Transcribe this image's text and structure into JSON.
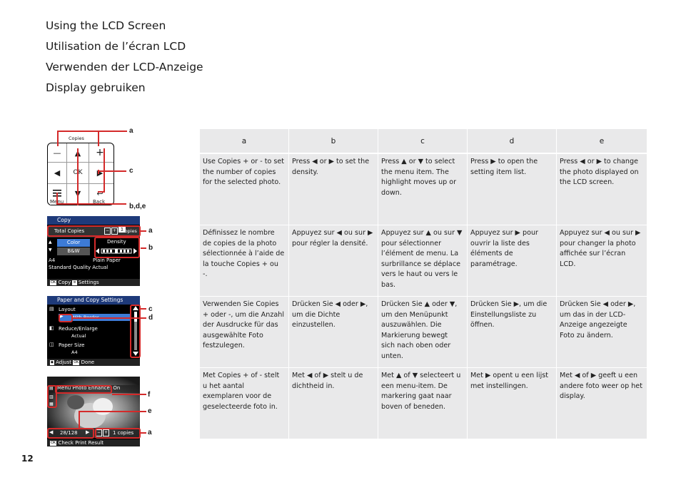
{
  "titles": [
    "Using the LCD Screen",
    "Utilisation de l’écran LCD",
    "Verwenden der LCD-Anzeige",
    "Display gebruiken"
  ],
  "page_number": "12",
  "keypad": {
    "copies_label": "Copies",
    "minus": "—",
    "plus": "+",
    "up": "▲",
    "left": "◀",
    "ok": "OK",
    "right": "▶",
    "down": "▼",
    "back_glyph": "↩",
    "menu_label": "Menu",
    "back_label": "Back"
  },
  "callouts": {
    "keypad": [
      "a",
      "c",
      "b,d,e"
    ],
    "copy_screen": [
      "a",
      "b"
    ],
    "settings_screen": [
      "c",
      "d"
    ],
    "photo_screen": [
      "f",
      "e",
      "a"
    ]
  },
  "screens": {
    "copy": {
      "title": "Copy",
      "total_copies": "Total Copies",
      "count": "1",
      "unit": "copies",
      "color": "Color",
      "bw": "B&W",
      "density": "Density",
      "paper_size": "A4",
      "paper_type": "Plain Paper",
      "quality": "Standard Quality Actual",
      "footer_copy": "Copy",
      "footer_settings": "Settings"
    },
    "settings": {
      "title": "Paper and Copy Settings",
      "layout": "Layout",
      "layout_value": "With Border",
      "reduce": "Reduce/Enlarge",
      "reduce_value": "Actual",
      "paper_size": "Paper Size",
      "paper_value": "A4",
      "footer_adjust": "Adjust",
      "footer_ok": "OK",
      "footer_done": "Done"
    },
    "photo": {
      "title": "Menu Photo Enhance: On",
      "counter": "28/128",
      "copies": "1 copies",
      "footer_ok": "OK",
      "footer_text": "Check Print Result"
    }
  },
  "table": {
    "headers": [
      "a",
      "b",
      "c",
      "d",
      "e"
    ],
    "rows": [
      [
        "Use Copies + or - to set the number of copies for the selected photo.",
        "Press ◀ or ▶ to set the density.",
        "Press ▲ or ▼ to select the menu item. The highlight moves up or down.",
        "Press ▶ to open the setting item list.",
        "Press ◀ or ▶ to change the photo displayed on the LCD screen."
      ],
      [
        "Définissez le nombre de copies de la photo sélectionnée à l’aide de la touche Copies + ou -.",
        "Appuyez sur ◀ ou sur ▶ pour régler la densité.",
        "Appuyez sur ▲ ou sur ▼ pour sélectionner l’élément de menu. La surbrillance se déplace vers le haut ou vers le bas.",
        "Appuyez sur ▶ pour ouvrir la liste des éléments de paramétrage.",
        "Appuyez sur ◀ ou sur ▶ pour changer la photo affichée sur l’écran LCD."
      ],
      [
        "Verwenden Sie Copies + oder -, um die Anzahl der Ausdrucke für das ausgewählte Foto festzulegen.",
        "Drücken Sie ◀ oder ▶, um die Dichte einzustellen.",
        "Drücken Sie ▲ oder ▼, um den Menüpunkt auszuwählen. Die Markierung bewegt sich nach oben oder unten.",
        "Drücken Sie ▶, um die Einstellungsliste zu öffnen.",
        "Drücken Sie ◀ oder ▶, um das in der LCD-Anzeige angezeigte Foto zu ändern."
      ],
      [
        "Met Copies + of - stelt u het aantal exemplaren voor de geselecteerde foto in.",
        "Met ◀ of ▶ stelt u de dichtheid in.",
        "Met ▲ of ▼ selecteert u een menu-item. De markering gaat naar boven of beneden.",
        "Met ▶ opent u een lijst met instellingen.",
        "Met ◀ of ▶ geeft u een andere foto weer op het display."
      ]
    ]
  }
}
